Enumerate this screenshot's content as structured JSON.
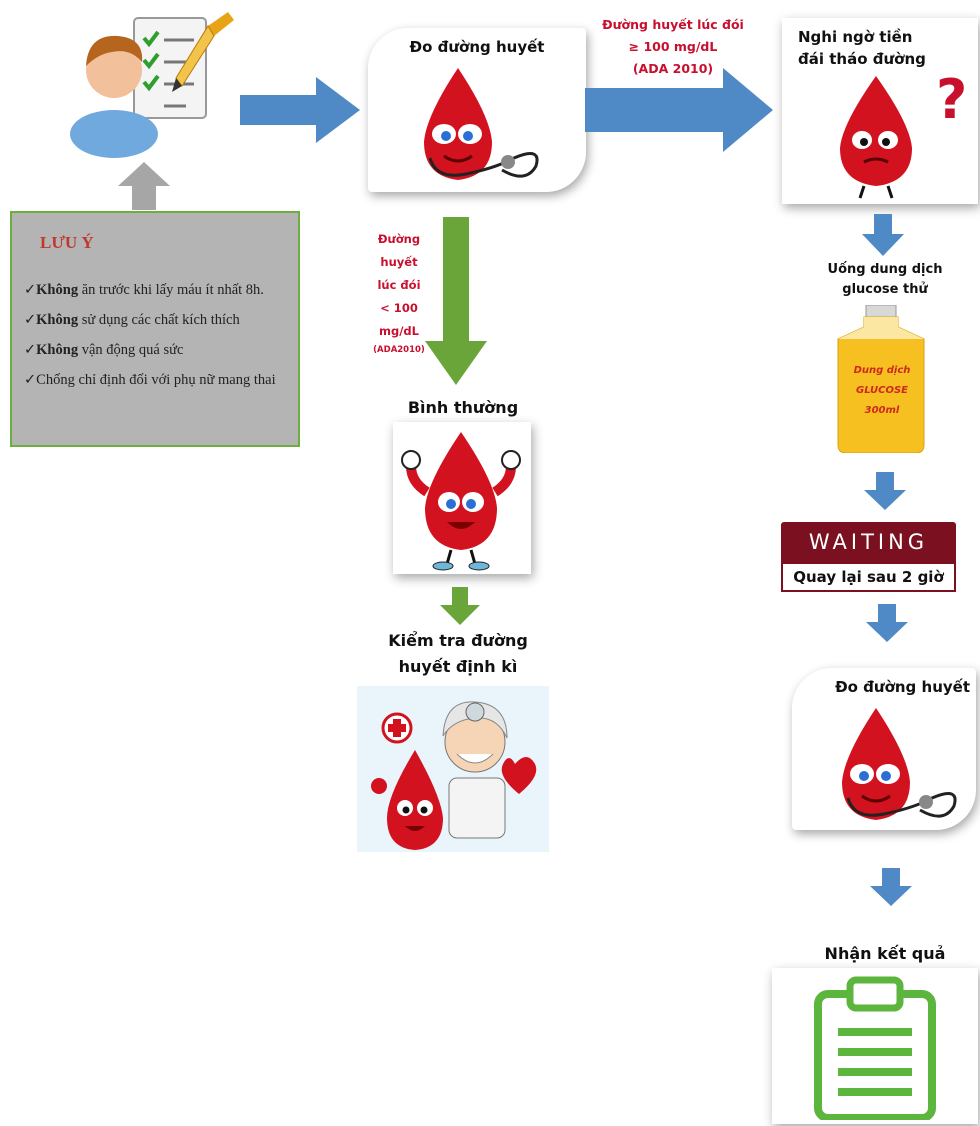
{
  "note": {
    "title": "LƯU Ý",
    "items": [
      {
        "bold": "Không",
        "rest": " ăn trước khi lấy máu ít nhất 8h."
      },
      {
        "bold": "Không",
        "rest": " sử dụng các chất kích thích"
      },
      {
        "bold": "Không",
        "rest": " vận động quá sức"
      },
      {
        "bold": "",
        "rest": "Chống chỉ định đối với phụ nữ mang thai"
      }
    ]
  },
  "steps": {
    "measure1": "Đo đường huyết",
    "high_condition": {
      "line1": "Đường huyết lúc đói",
      "line2": "≥ 100 mg/dL",
      "line3": "(ADA 2010)"
    },
    "suspect": {
      "line1": "Nghi ngờ tiền",
      "line2": "đái tháo đường"
    },
    "low_condition": {
      "line1": "Đường",
      "line2": "huyết",
      "line3": "lúc đói",
      "line4": "< 100",
      "line5": "mg/dL",
      "line6": "(ADA2010)"
    },
    "normal": "Bình thường",
    "periodic": {
      "line1": "Kiểm tra đường",
      "line2": "huyết định kì"
    },
    "drink": {
      "line1": "Uống dung dịch",
      "line2": "glucose thử"
    },
    "bottle": {
      "line1": "Dung dịch",
      "line2": "GLUCOSE",
      "line3": "300ml"
    },
    "waiting": "WAITING",
    "return_after": "Quay lại sau 2 giờ",
    "measure2": "Đo đường huyết",
    "result": "Nhận kết quả"
  },
  "colors": {
    "blue_arrow": "#4f89c6",
    "green_arrow": "#6aa53a",
    "gray_arrow": "#a6a6a6",
    "blood_red": "#d3121f",
    "condition_text": "#c8102e",
    "waiting_banner": "#7a1020",
    "bottle_yellow": "#f6c021",
    "clipboard_green": "#5cb53c"
  },
  "icons": [
    "user-checklist-icon",
    "blood-drop-stethoscope-icon",
    "blood-drop-question-icon",
    "blood-drop-muscle-icon",
    "doctor-blood-drop-icon",
    "glucose-bottle-icon",
    "clipboard-icon"
  ]
}
